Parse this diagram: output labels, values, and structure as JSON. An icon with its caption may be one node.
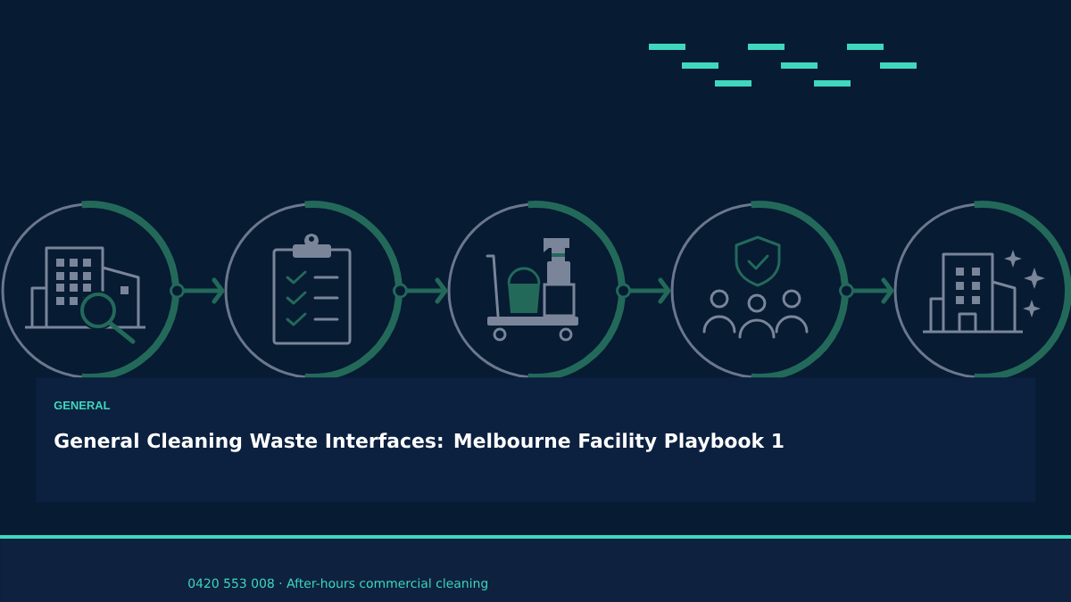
{
  "diagram": {
    "nodes": [
      {
        "text": [],
        "shape": "circle"
      },
      {
        "text": [],
        "shape": "circle"
      },
      {
        "text": [],
        "shape": "circle"
      },
      {
        "text": [],
        "shape": "circle"
      },
      {
        "text": [],
        "shape": "circle"
      },
      {
        "text": [
          "GENERAL",
          "General Cleaning Waste Interfaces: Melbourne Facility Playbook 1"
        ]
      },
      {
        "text": [
          "0420 553 008 · After-hours commercial cleaning"
        ]
      }
    ],
    "edges": [
      {
        "from": 0,
        "to": 1,
        "arrow": "to"
      },
      {
        "from": 1,
        "to": 2,
        "arrow": "to"
      },
      {
        "from": 2,
        "to": 3,
        "arrow": "to"
      },
      {
        "from": 3,
        "to": 4,
        "arrow": "to"
      }
    ]
  }
}
